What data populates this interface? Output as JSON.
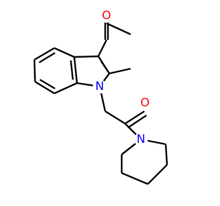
{
  "molecule": {
    "atom_labels": {
      "O_acetyl": "O",
      "O_amide": "O",
      "N_indole": "N",
      "N_piperidine": "N"
    },
    "colors": {
      "oxygen": "#ff0000",
      "nitrogen": "#0000ff",
      "bond": "#000000",
      "background": "#ffffff"
    }
  }
}
